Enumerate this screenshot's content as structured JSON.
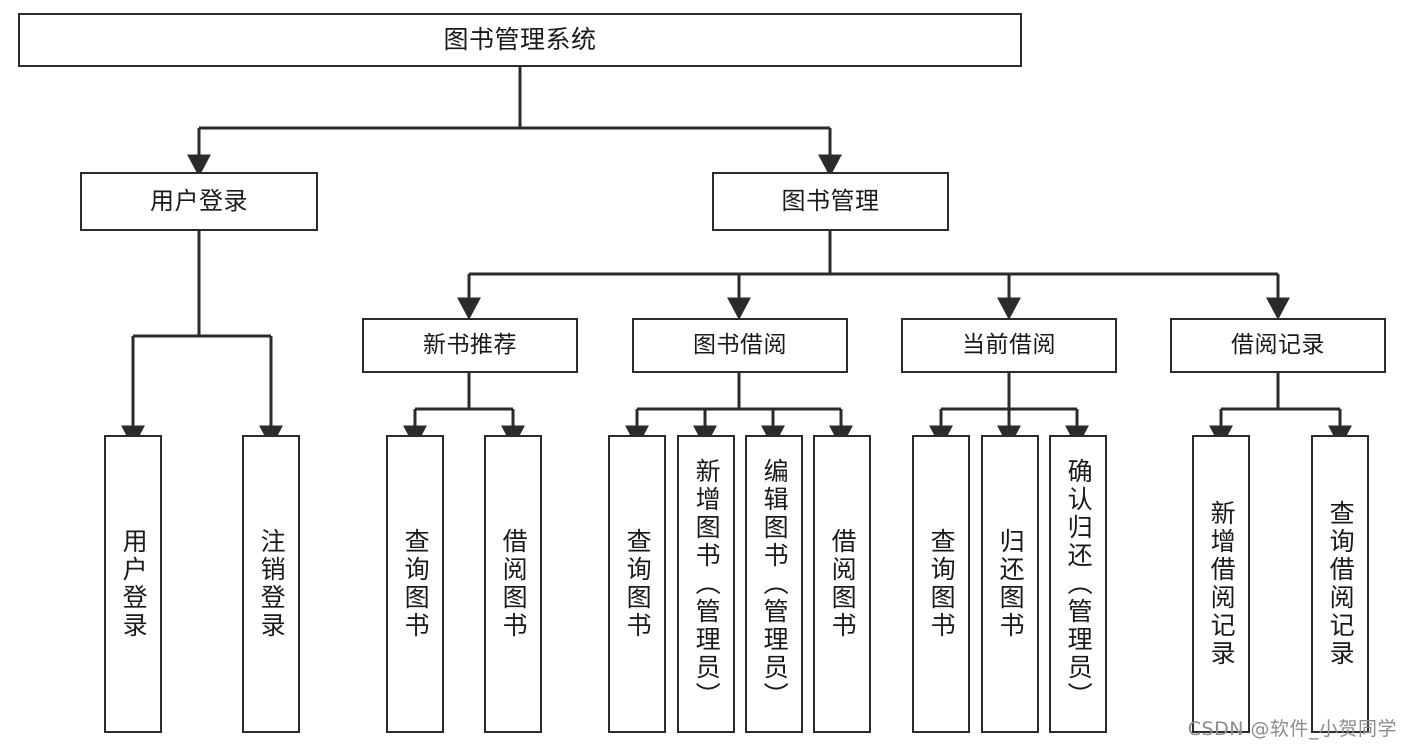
{
  "diagram": {
    "title": "图书管理系统",
    "type": "functional-structure-tree",
    "root": {
      "label": "图书管理系统"
    },
    "level1": [
      {
        "label": "用户登录"
      },
      {
        "label": "图书管理"
      }
    ],
    "level2": [
      {
        "label": "新书推荐"
      },
      {
        "label": "图书借阅"
      },
      {
        "label": "当前借阅"
      },
      {
        "label": "借阅记录"
      }
    ],
    "leaves": {
      "user_login": [
        {
          "label": "用户登录"
        },
        {
          "label": "注销登录"
        }
      ],
      "new_book_recommend": [
        {
          "label": "查询图书"
        },
        {
          "label": "借阅图书"
        }
      ],
      "book_borrow": [
        {
          "label": "查询图书"
        },
        {
          "label": "新增图书（管理员）"
        },
        {
          "label": "编辑图书（管理员）"
        },
        {
          "label": "借阅图书"
        }
      ],
      "current_borrow": [
        {
          "label": "查询图书"
        },
        {
          "label": "归还图书"
        },
        {
          "label": "确认归还（管理员）"
        }
      ],
      "borrow_record": [
        {
          "label": "新增借阅记录"
        },
        {
          "label": "查询借阅记录"
        }
      ]
    }
  },
  "watermark": {
    "text": "CSDN @软件_小贺同学"
  },
  "colors": {
    "stroke": "#2b2b2b",
    "background": "#ffffff",
    "text": "#1a1a1a",
    "watermark": "#8c8c8c"
  }
}
